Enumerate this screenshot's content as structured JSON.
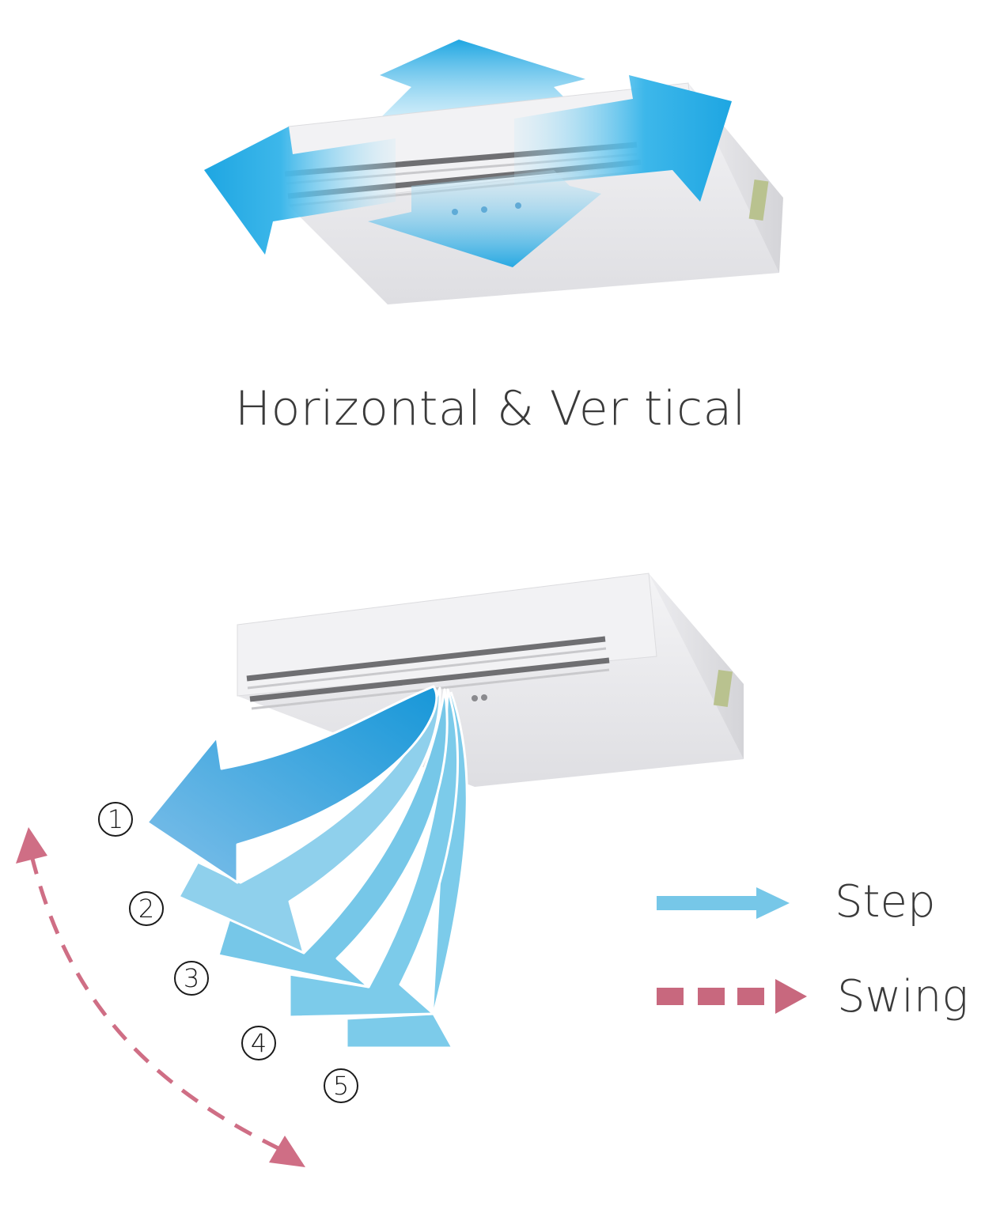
{
  "caption": "Horizontal & Ver tical",
  "steps": [
    "1",
    "2",
    "3",
    "4",
    "5"
  ],
  "legend": [
    {
      "label": "Step",
      "style": "solid-arrow",
      "color": "#76c7e8"
    },
    {
      "label": "Swing",
      "style": "dashed-arrow",
      "color": "#c8687e"
    }
  ],
  "colors": {
    "airflow": "#29abe2",
    "step_fill": "#76c7e8",
    "swing": "#c8687e",
    "unit_body": "#e9e9ec",
    "unit_vent": "#6b6b6b"
  }
}
